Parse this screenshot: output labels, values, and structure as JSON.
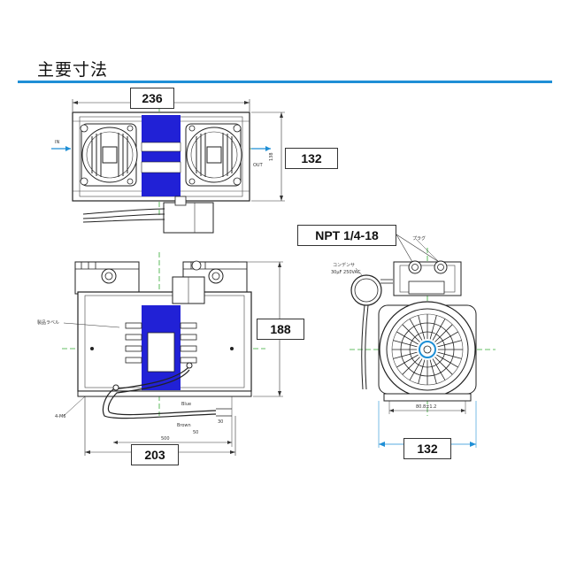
{
  "title": "主要寸法",
  "accent_color": "#1f8fd6",
  "cylinder_color": "#2121d6",
  "dimensions": {
    "top_width": "236",
    "top_height": "132",
    "front_height": "188",
    "front_width": "203",
    "side_width": "132",
    "port_thread": "NPT 1/4-18"
  },
  "annotations": {
    "in": "IN",
    "out": "OUT",
    "dim_138": "138",
    "plug": "プラグ",
    "capacitor": "コンデンサ",
    "capacitor_spec": "30μF 250VAC",
    "name_label": "製品ラベル",
    "mount": "4-M6",
    "blue": "Blue",
    "brown": "Brown",
    "lead_50": "50",
    "lead_30": "30",
    "lead_500": "500",
    "mount_pitch": "80.8±1.2"
  }
}
